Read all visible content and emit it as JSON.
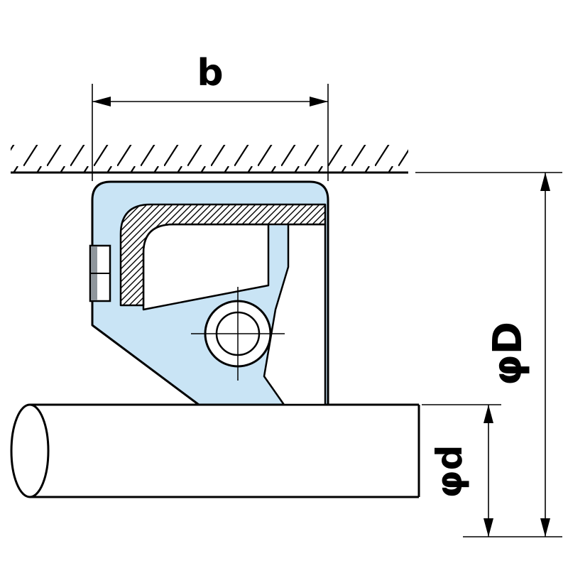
{
  "diagram": {
    "labels": {
      "width": "b",
      "outer_diameter": "φD",
      "shaft_diameter": "φd"
    },
    "colors": {
      "seal_fill": "#c9e4f5",
      "line": "#000000",
      "background": "#ffffff",
      "metal_shading": "#8f969c"
    }
  }
}
